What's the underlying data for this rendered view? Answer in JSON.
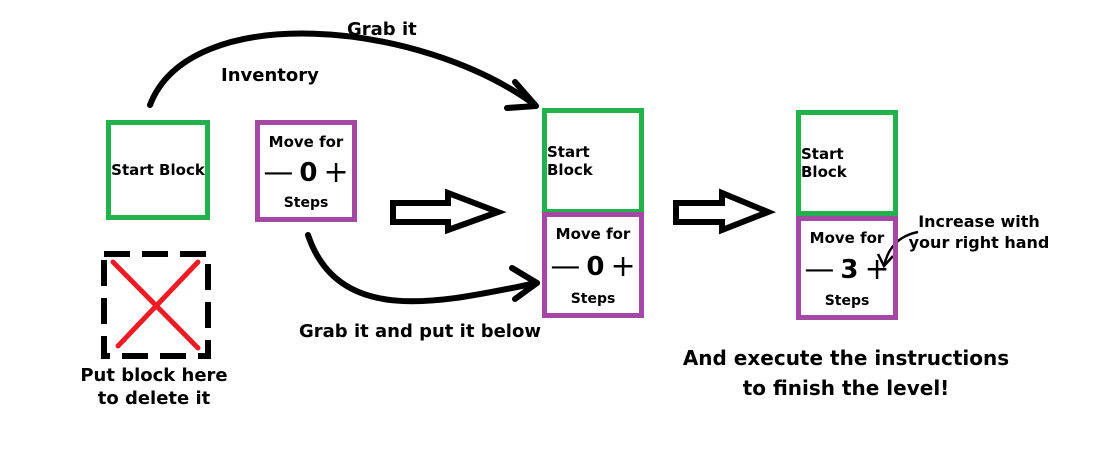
{
  "inventory_label": "Inventory",
  "grab_it_label": "Grab it",
  "grab_below_label": "Grab it and put it below",
  "delete_zone_caption": [
    "Put block here",
    "to delete it"
  ],
  "hand_hint": [
    "Increase with",
    "your right hand"
  ],
  "conclusion": [
    "And execute the instructions",
    "to finish the level!"
  ],
  "start_block_label": "Start Block",
  "move_block": {
    "line1": "Move for",
    "minus_icon": "minus-icon",
    "plus_icon": "plus-icon",
    "line3": "Steps"
  },
  "step_values": {
    "inventory": "0",
    "program": "0",
    "final": "3"
  },
  "colors": {
    "start_block_border": "#22b14c",
    "move_block_border": "#a349a4",
    "delete_cross": "#ed1c24",
    "arrows": "#000000"
  }
}
